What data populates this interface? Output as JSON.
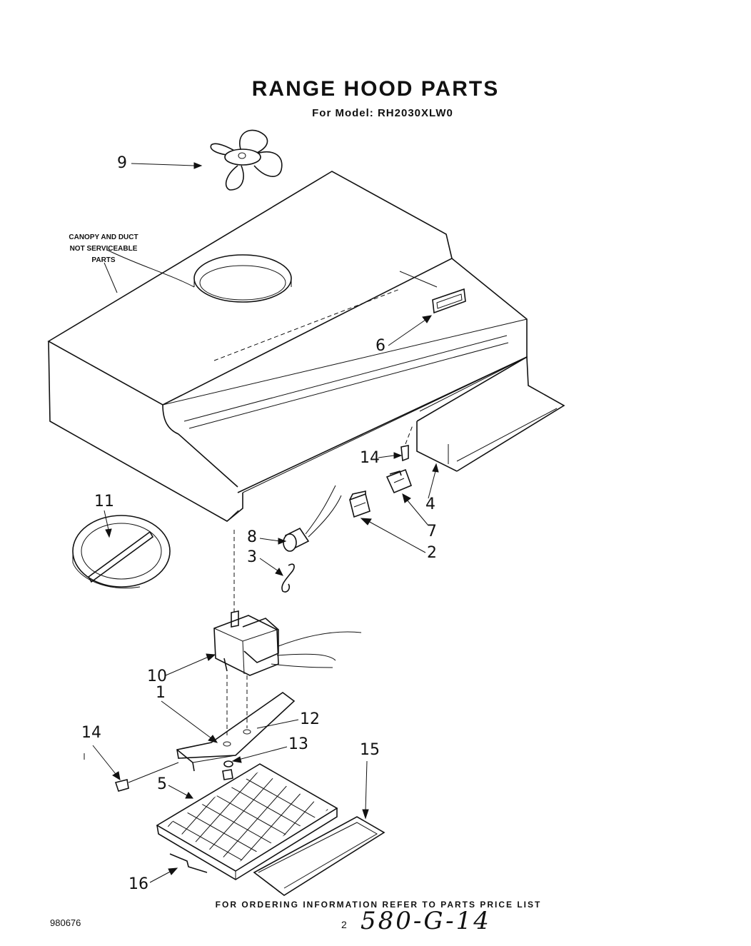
{
  "header": {
    "title": "RANGE HOOD PARTS",
    "subtitle": "For Model: RH2030XLW0"
  },
  "note": {
    "line1": "CANOPY AND DUCT",
    "line2": "NOT SERVICEABLE",
    "line3": "PARTS"
  },
  "callouts": [
    "9",
    "6",
    "14",
    "4",
    "7",
    "2",
    "8",
    "3",
    "11",
    "10",
    "1",
    "12",
    "14",
    "13",
    "5",
    "15",
    "16"
  ],
  "footer": {
    "ordering": "FOR ORDERING INFORMATION REFER TO PARTS PRICE LIST",
    "doc_number": "980676",
    "handwritten_prefix": "2",
    "handwritten": "580-G-14"
  }
}
